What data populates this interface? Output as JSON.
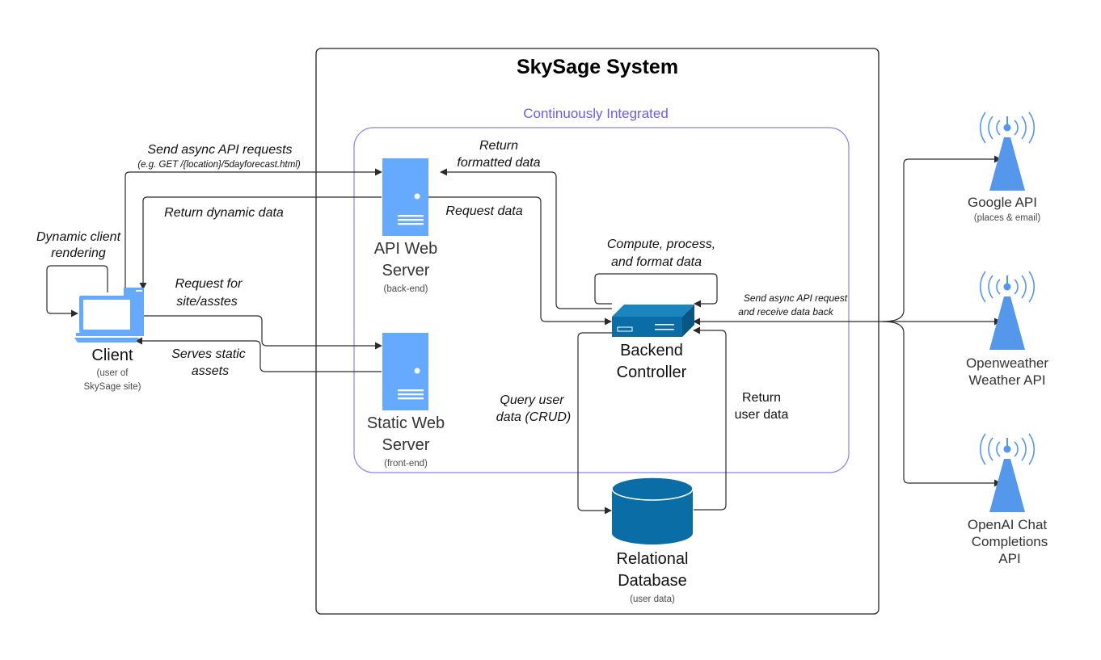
{
  "system": {
    "title": "SkySage System",
    "ci_label": "Continuously Integrated"
  },
  "colors": {
    "server_blue": "#66aaff",
    "backend_blue": "#0b6da6",
    "ci_border": "#8b83e8",
    "antenna_blue": "#5597ea"
  },
  "client": {
    "label": "Client",
    "sub1": "(user of",
    "sub2": "SkySage site)",
    "icon": "desktop-computer-icon"
  },
  "api_server": {
    "line1": "API Web",
    "line2": "Server",
    "sub": "(back-end)",
    "icon": "server-tower-icon"
  },
  "static_server": {
    "line1": "Static Web",
    "line2": "Server",
    "sub": "(front-end)",
    "icon": "server-tower-icon"
  },
  "backend": {
    "line1": "Backend",
    "line2": "Controller",
    "icon": "network-controller-icon"
  },
  "database": {
    "line1": "Relational",
    "line2": "Database",
    "sub": "(user data)",
    "icon": "database-cylinder-icon"
  },
  "google": {
    "line1": "Google API",
    "sub": "(places & email)",
    "icon": "antenna-tower-icon"
  },
  "openweather": {
    "line1": "Openweather",
    "line2": "Weather API",
    "icon": "antenna-tower-icon"
  },
  "openai": {
    "line1": "OpenAI Chat",
    "line2": "Completions",
    "line3": "API",
    "icon": "antenna-tower-icon"
  },
  "edges": {
    "send_async_line1": "Send async API requests",
    "send_async_line2": "(e.g. GET /{location}/5dayforecast.html)",
    "return_dynamic": "Return dynamic data",
    "dynamic_rendering_line1": "Dynamic client",
    "dynamic_rendering_line2": "rendering",
    "request_site_line1": "Request for",
    "request_site_line2": "site/asstes",
    "serves_static_line1": "Serves static",
    "serves_static_line2": "assets",
    "return_formatted_line1": "Return",
    "return_formatted_line2": "formatted data",
    "request_data": "Request data",
    "compute_line1": "Compute, process,",
    "compute_line2": "and format data",
    "query_user_line1": "Query user",
    "query_user_line2": "data (CRUD)",
    "return_user_line1": "Return",
    "return_user_line2": "user data",
    "send_external_line1": "Send async API request",
    "send_external_line2": "and receive data back"
  }
}
